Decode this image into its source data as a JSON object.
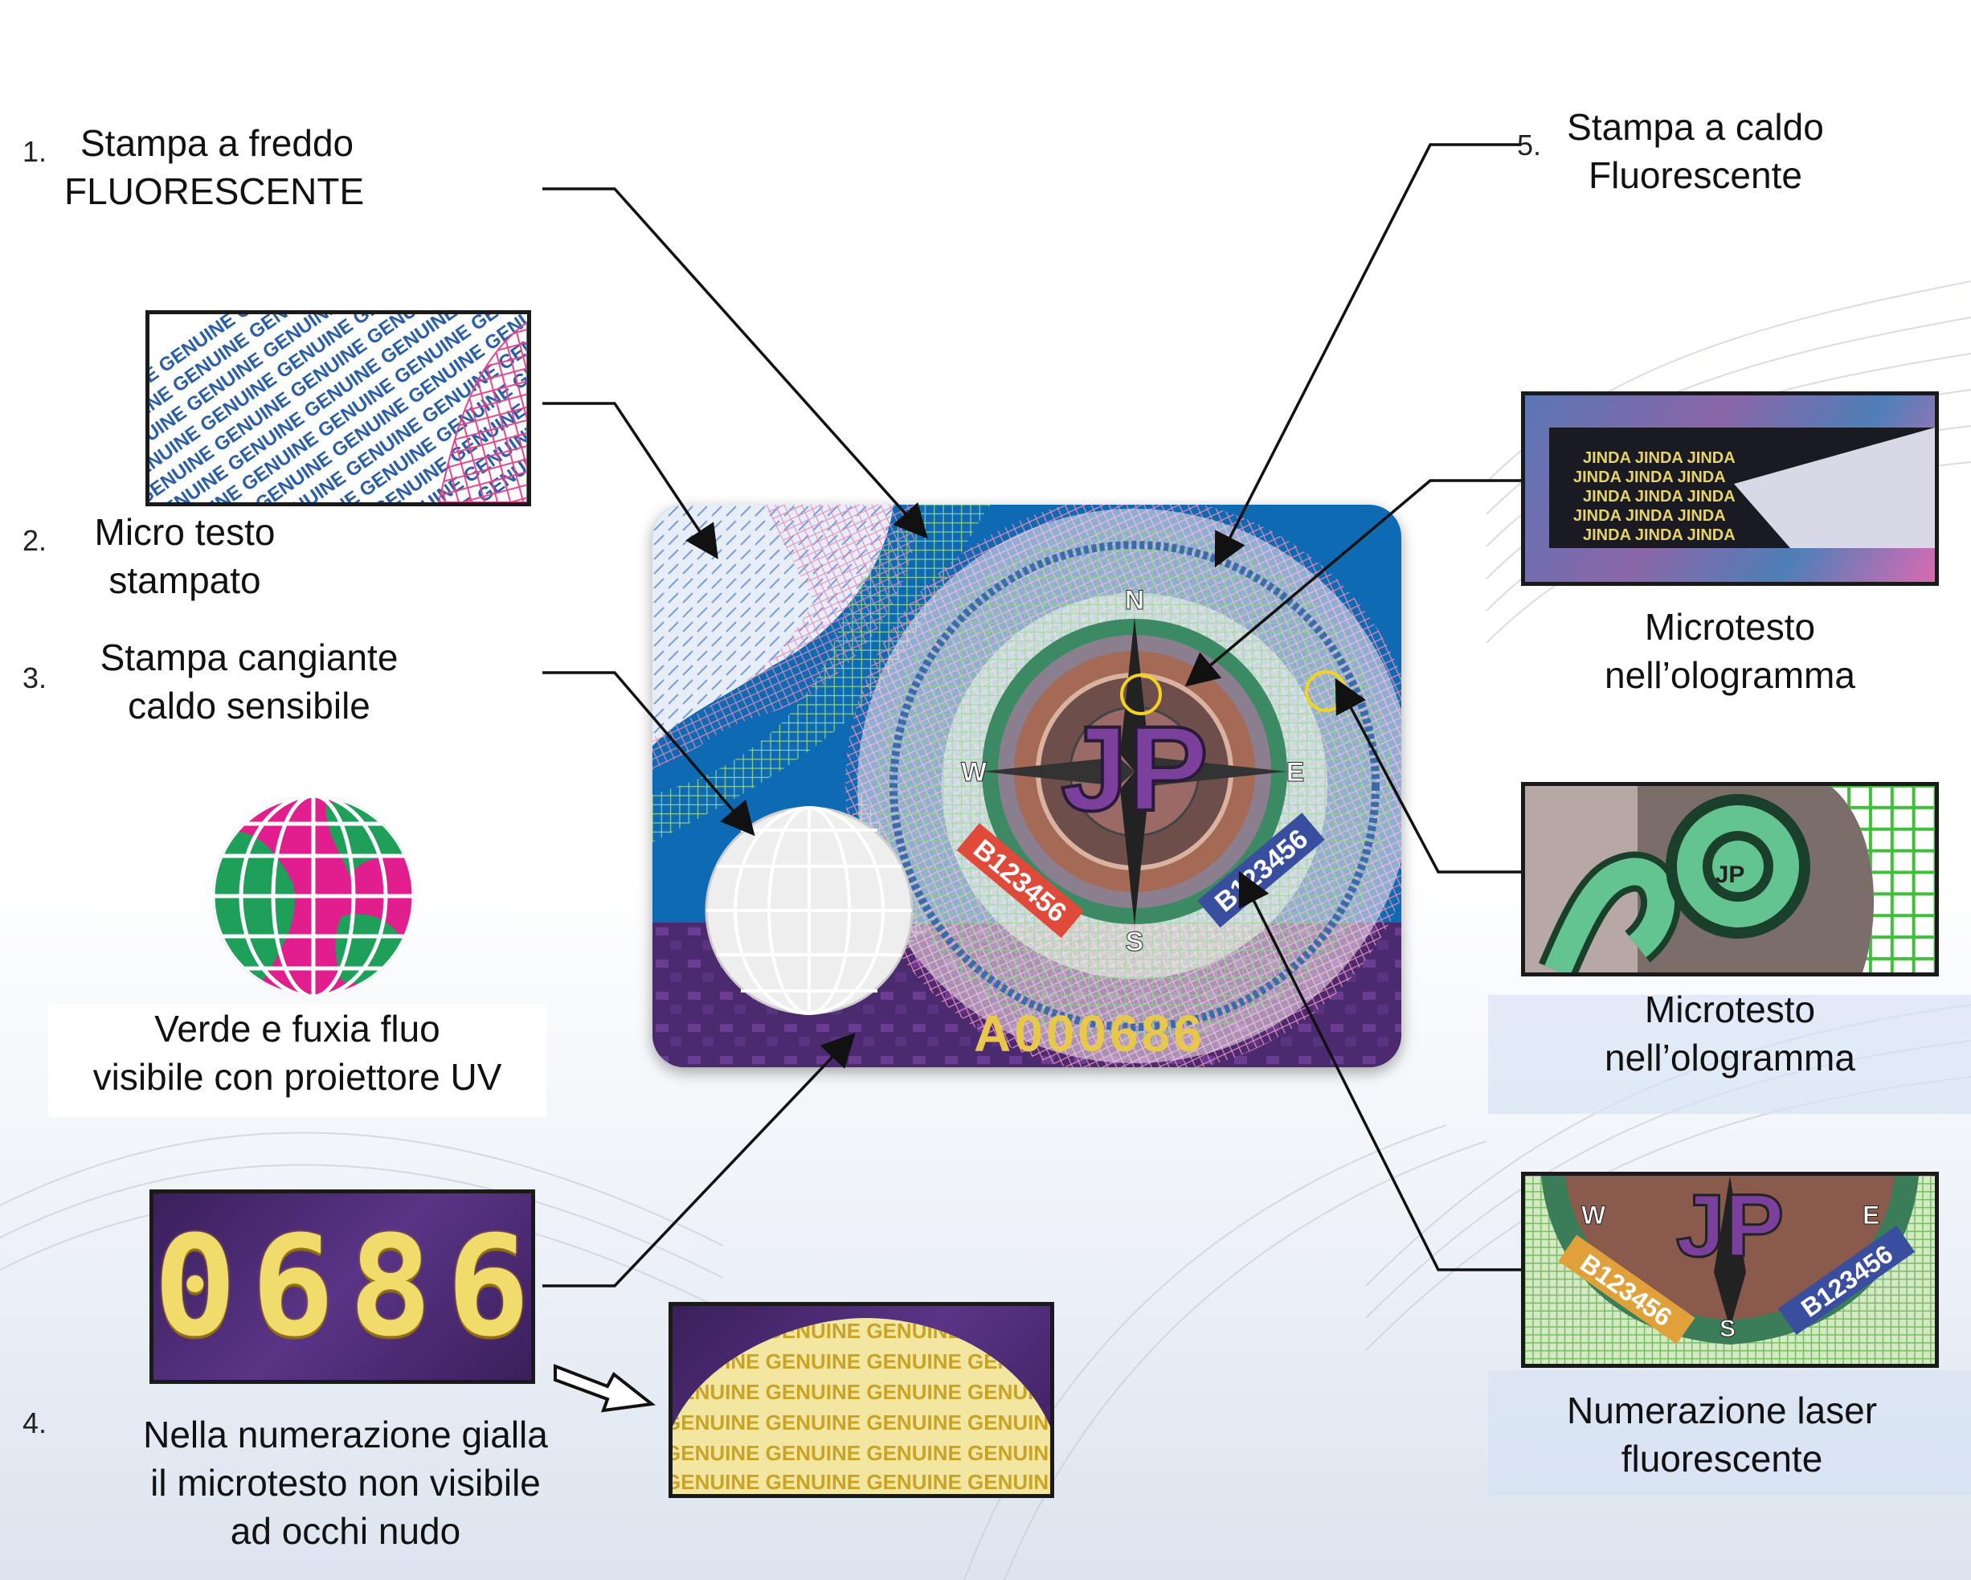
{
  "features": [
    {
      "number": "1.",
      "lines": [
        "Stampa a freddo",
        "FLUORESCENTE"
      ]
    },
    {
      "number": "2.",
      "lines": [
        "Micro testo",
        "stampato"
      ]
    },
    {
      "number": "3.",
      "lines": [
        "Stampa cangiante",
        "caldo sensibile"
      ]
    },
    {
      "number": "4.",
      "lines": [
        "Nella numerazione gialla",
        "il microtesto non visibile",
        "ad occhi nudo"
      ]
    },
    {
      "number": "5.",
      "lines": [
        "Stampa a caldo",
        "Fluorescente"
      ]
    }
  ],
  "globe_caption": [
    "Verde e fuxia fluo",
    "visibile con proiettore UV"
  ],
  "right_captions": [
    [
      "Microtesto",
      "nell’ologramma"
    ],
    [
      "Microtesto",
      "nell’ologramma"
    ],
    [
      "Numerazione laser",
      "fluorescente"
    ]
  ],
  "card": {
    "serial": "A000686",
    "compass_n": "N",
    "compass_s": "S",
    "compass_e": "E",
    "compass_w": "W",
    "hologram_code": "B123456"
  },
  "zoom_number": "0686",
  "microtext_genuine": "GENUINE",
  "microtext_jinda": "JINDA",
  "colors": {
    "purple": "#4a2a6e",
    "gold": "#e8c84a",
    "pink": "#e0448c",
    "green": "#22a060",
    "blue": "#1b7fc4"
  }
}
